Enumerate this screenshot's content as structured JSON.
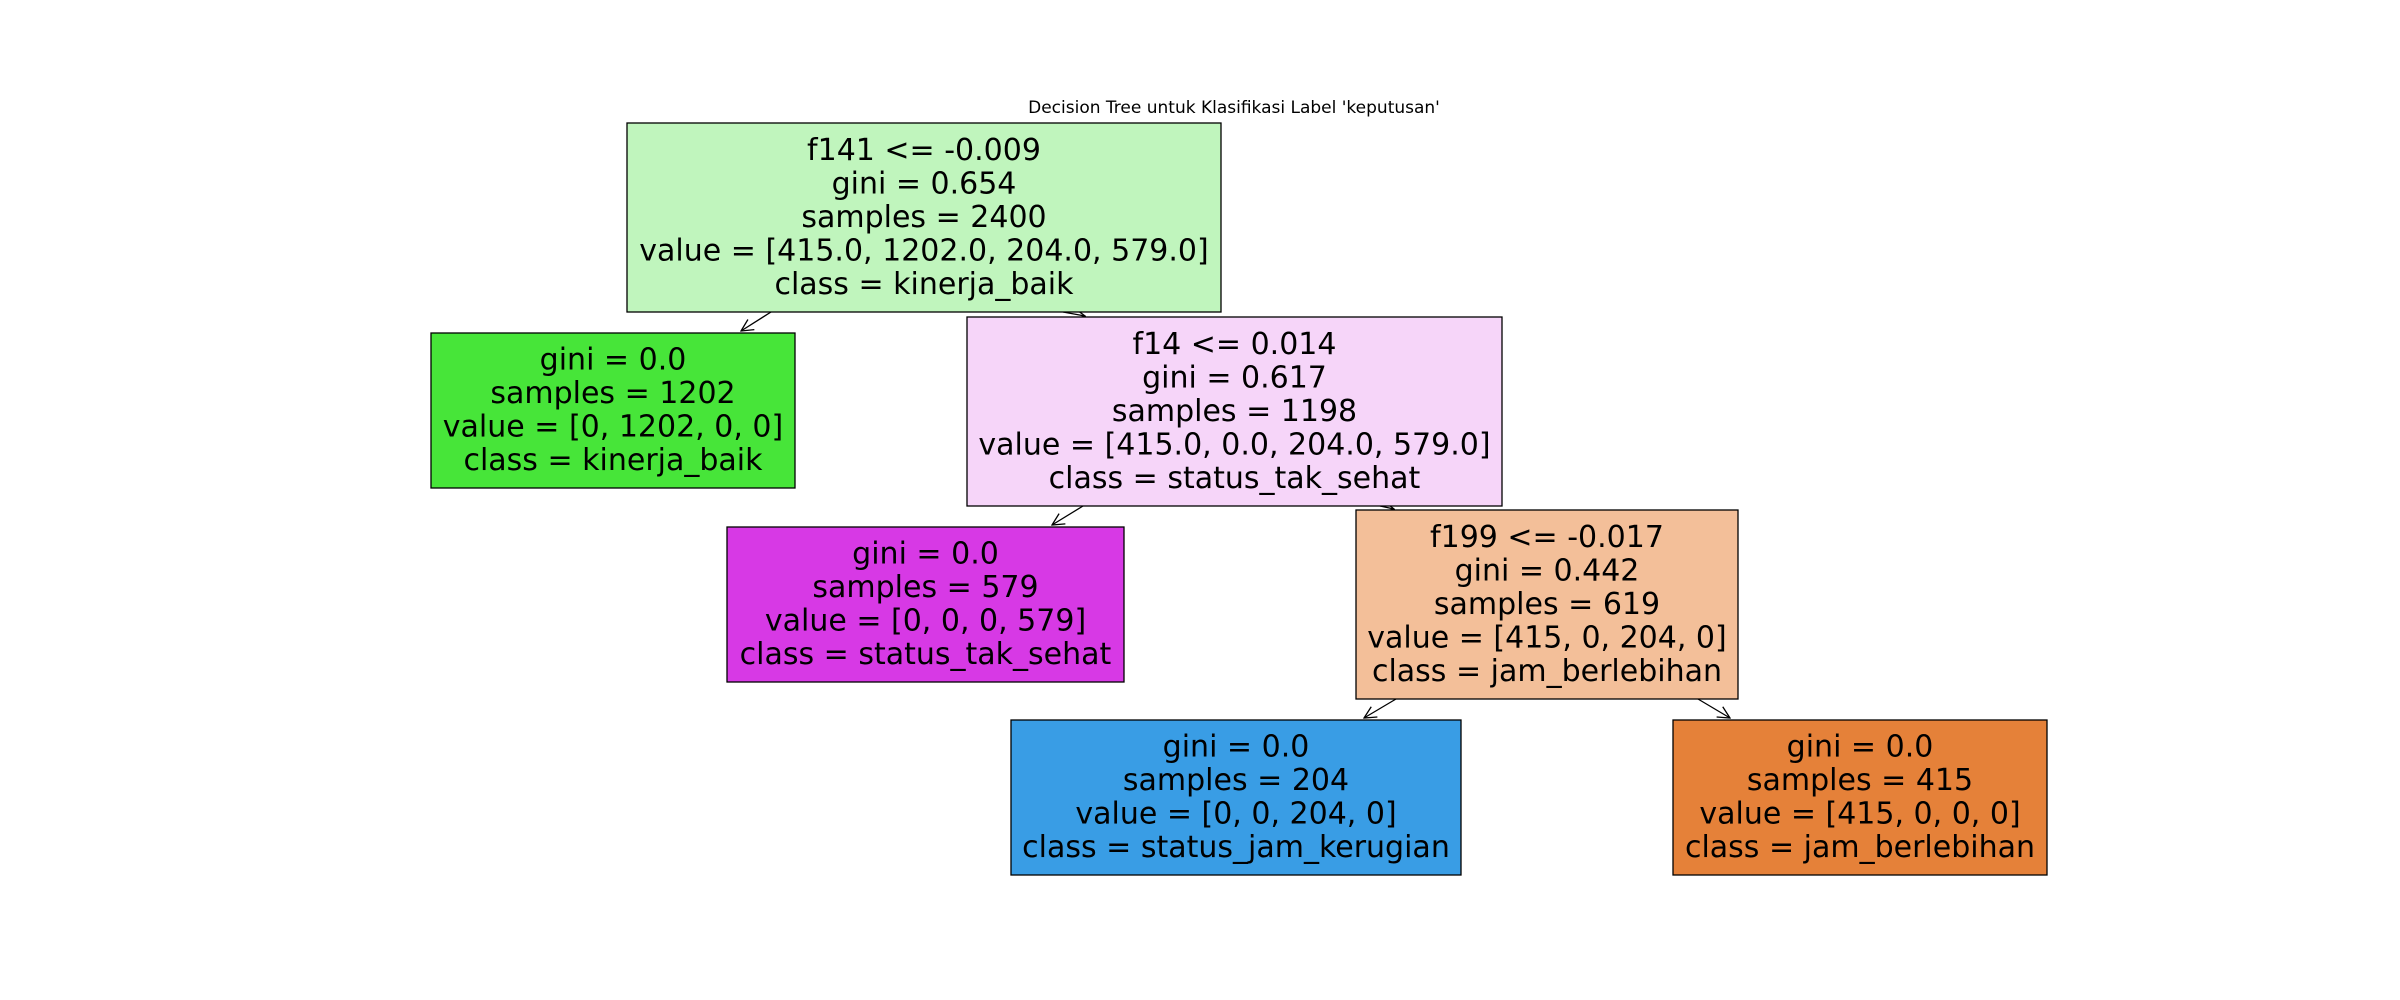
{
  "title": "Decision Tree untuk Klasifikasi Label 'keputusan'",
  "edge_labels": {
    "true": "True",
    "false": "False"
  },
  "nodes": [
    {
      "id": "n0",
      "color": "#c0f5bd",
      "lines": [
        "f141 <= -0.009",
        "gini = 0.654",
        "samples = 2400",
        "value = [415.0, 1202.0, 204.0, 579.0]",
        "class = kinerja_baik"
      ]
    },
    {
      "id": "n1",
      "color": "#47e539",
      "lines": [
        "gini = 0.0",
        "samples = 1202",
        "value = [0, 1202, 0, 0]",
        "class = kinerja_baik"
      ]
    },
    {
      "id": "n2",
      "color": "#f6d5f9",
      "lines": [
        "f14 <= 0.014",
        "gini = 0.617",
        "samples = 1198",
        "value = [415.0, 0.0, 204.0, 579.0]",
        "class = status_tak_sehat"
      ]
    },
    {
      "id": "n3",
      "color": "#d739e5",
      "lines": [
        "gini = 0.0",
        "samples = 579",
        "value = [0, 0, 0, 579]",
        "class = status_tak_sehat"
      ]
    },
    {
      "id": "n4",
      "color": "#f3bf99",
      "lines": [
        "f199 <= -0.017",
        "gini = 0.442",
        "samples = 619",
        "value = [415, 0, 204, 0]",
        "class = jam_berlebihan"
      ]
    },
    {
      "id": "n5",
      "color": "#399de5",
      "lines": [
        "gini = 0.0",
        "samples = 204",
        "value = [0, 0, 204, 0]",
        "class = status_jam_kerugian"
      ]
    },
    {
      "id": "n6",
      "color": "#e58139",
      "lines": [
        "gini = 0.0",
        "samples = 415",
        "value = [415, 0, 0, 0]",
        "class = jam_berlebihan"
      ]
    }
  ],
  "edges": [
    {
      "from": "n0",
      "to": "n1"
    },
    {
      "from": "n0",
      "to": "n2"
    },
    {
      "from": "n2",
      "to": "n3"
    },
    {
      "from": "n2",
      "to": "n4"
    },
    {
      "from": "n4",
      "to": "n5"
    },
    {
      "from": "n4",
      "to": "n6"
    }
  ]
}
